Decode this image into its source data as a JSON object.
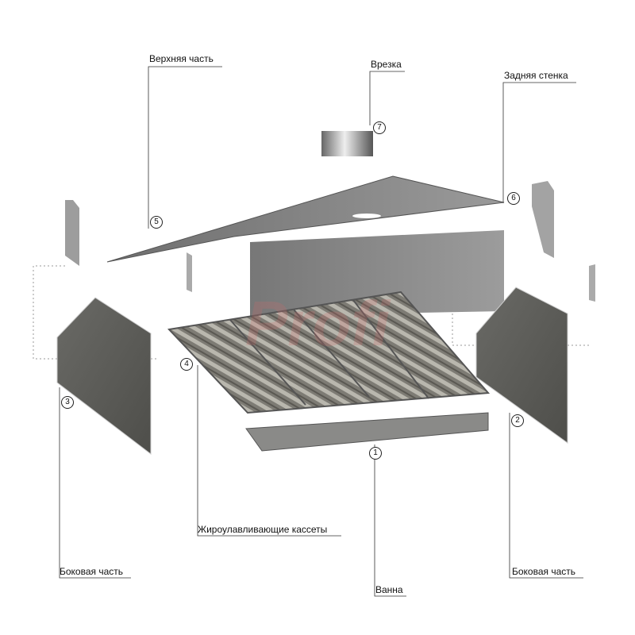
{
  "labels": {
    "top": "Верхняя часть",
    "cutin": "Врезка",
    "back": "Задняя стенка",
    "cassettes": "Жироулавливающие кассеты",
    "side_left": "Боковая часть",
    "bath": "Ванна",
    "side_right": "Боковая часть"
  },
  "numbers": {
    "n1": "1",
    "n2": "2",
    "n3": "3",
    "n4": "4",
    "n5": "5",
    "n6": "6",
    "n7": "7"
  },
  "watermark": "Profi"
}
